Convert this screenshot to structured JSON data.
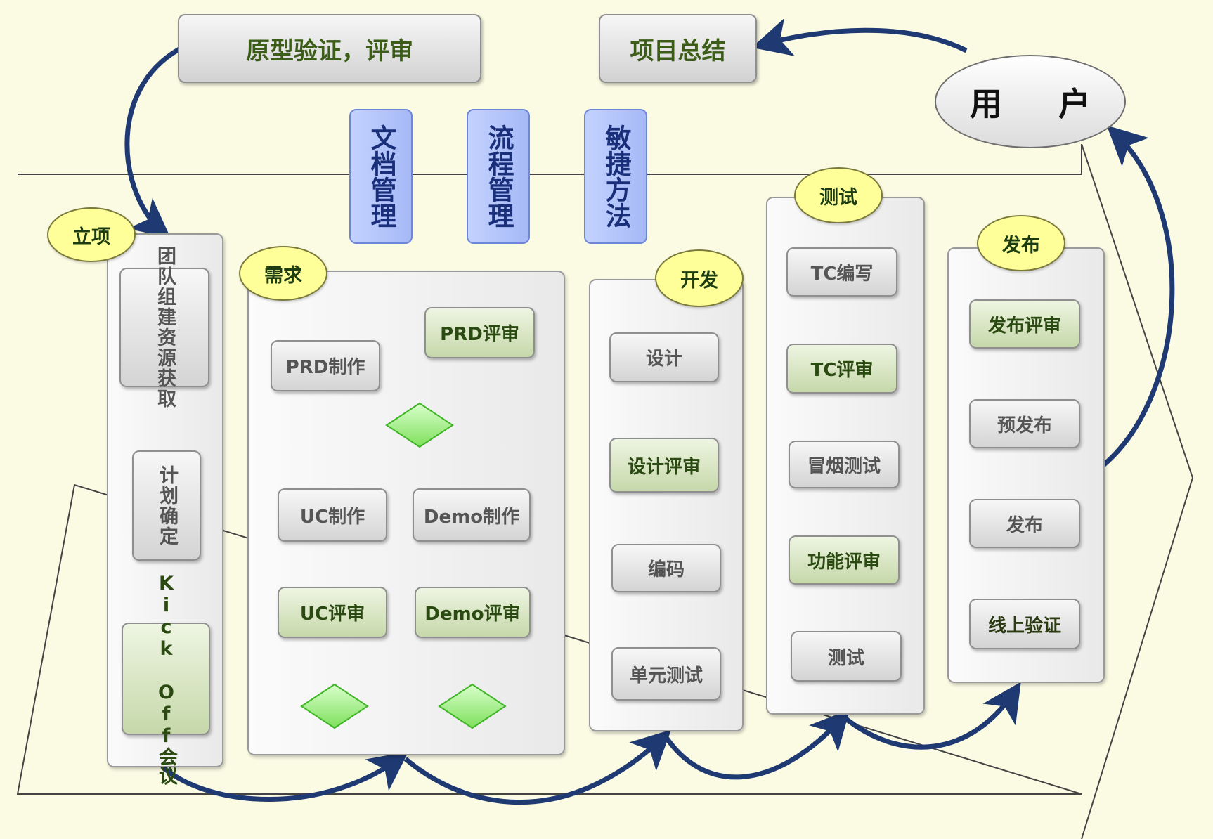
{
  "top": {
    "prototype_review": "原型验证，评审",
    "project_summary": "项目总结",
    "user": "用 户"
  },
  "pillars": [
    "文档管理",
    "流程管理",
    "敏捷方法"
  ],
  "phases": {
    "initiation": {
      "label": "立项",
      "items": [
        "团队组建资源获取",
        "计划确定",
        "Kick Off会议"
      ]
    },
    "requirements": {
      "label": "需求",
      "prd_make": "PRD制作",
      "prd_review": "PRD评审",
      "uc_make": "UC制作",
      "demo_make": "Demo制作",
      "uc_review": "UC评审",
      "demo_review": "Demo评审"
    },
    "development": {
      "label": "开发",
      "items": [
        "设计",
        "设计评审",
        "编码",
        "单元测试"
      ]
    },
    "testing": {
      "label": "测试",
      "items": [
        "TC编写",
        "TC评审",
        "冒烟测试",
        "功能评审",
        "测试"
      ]
    },
    "release": {
      "label": "发布",
      "items": [
        "发布评审",
        "预发布",
        "发布",
        "线上验证"
      ]
    }
  },
  "colors": {
    "arrow_big": "#1f3a73",
    "arrow_small": "#5b86c6",
    "oval": "#ffff99",
    "pillar": "#b3c4fa",
    "review_box": "#cadbb0"
  }
}
